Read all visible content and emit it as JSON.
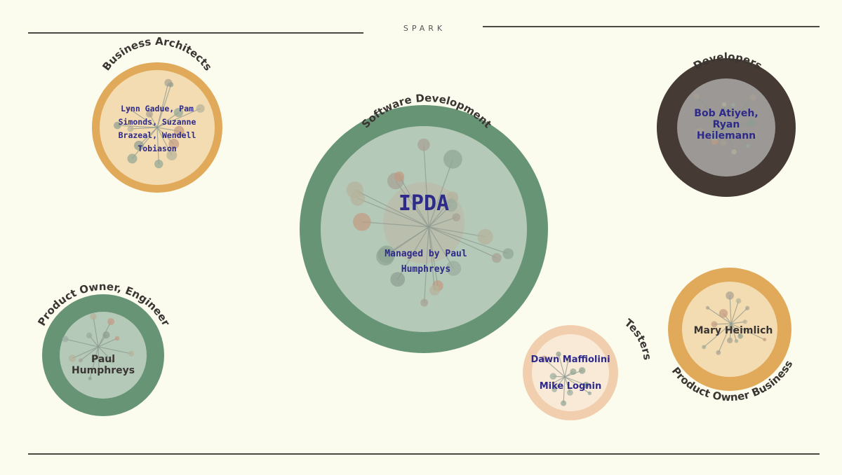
{
  "header": {
    "brand": "SPARK"
  },
  "colors": {
    "background": "#fbfcee",
    "green_ring": "#689476",
    "green_inner": "#b4c9b8",
    "orange_ring": "#e0aa5a",
    "orange_inner": "#f3dcb2",
    "dark_ring": "#463a35",
    "dark_inner": "#9b9896",
    "peach_ring": "#f1cfae",
    "peach_inner": "#f9ead8",
    "text_navy": "#2e2a8a",
    "text_dark": "#3a3532"
  },
  "groups": {
    "central": {
      "arc_label": "Software Development",
      "title": "IPDA",
      "subtitle_line1": "Managed by Paul",
      "subtitle_line2": "Humphreys"
    },
    "business_architects": {
      "arc_label": "Business Architects",
      "members_line1": "Lynn Gadue, Pam",
      "members_line2": "Simonds, Suzanne",
      "members_line3": "Brazeal, Wendell",
      "members_line4": "Tobiason"
    },
    "developers": {
      "arc_label": "Developers",
      "members_line1": "Bob Atiyeh,",
      "members_line2": "Ryan",
      "members_line3": "Heilemann"
    },
    "product_owner_engineer": {
      "arc_label": "Product Owner, Engineer",
      "members_line1": "Paul",
      "members_line2": "Humphreys"
    },
    "testers": {
      "arc_label": "Testers",
      "member1": "Dawn Maffiolini",
      "member2": "Mike Lognin"
    },
    "product_owner_business": {
      "arc_label": "Product Owner Business",
      "member1": "Mary Heimlich"
    }
  }
}
